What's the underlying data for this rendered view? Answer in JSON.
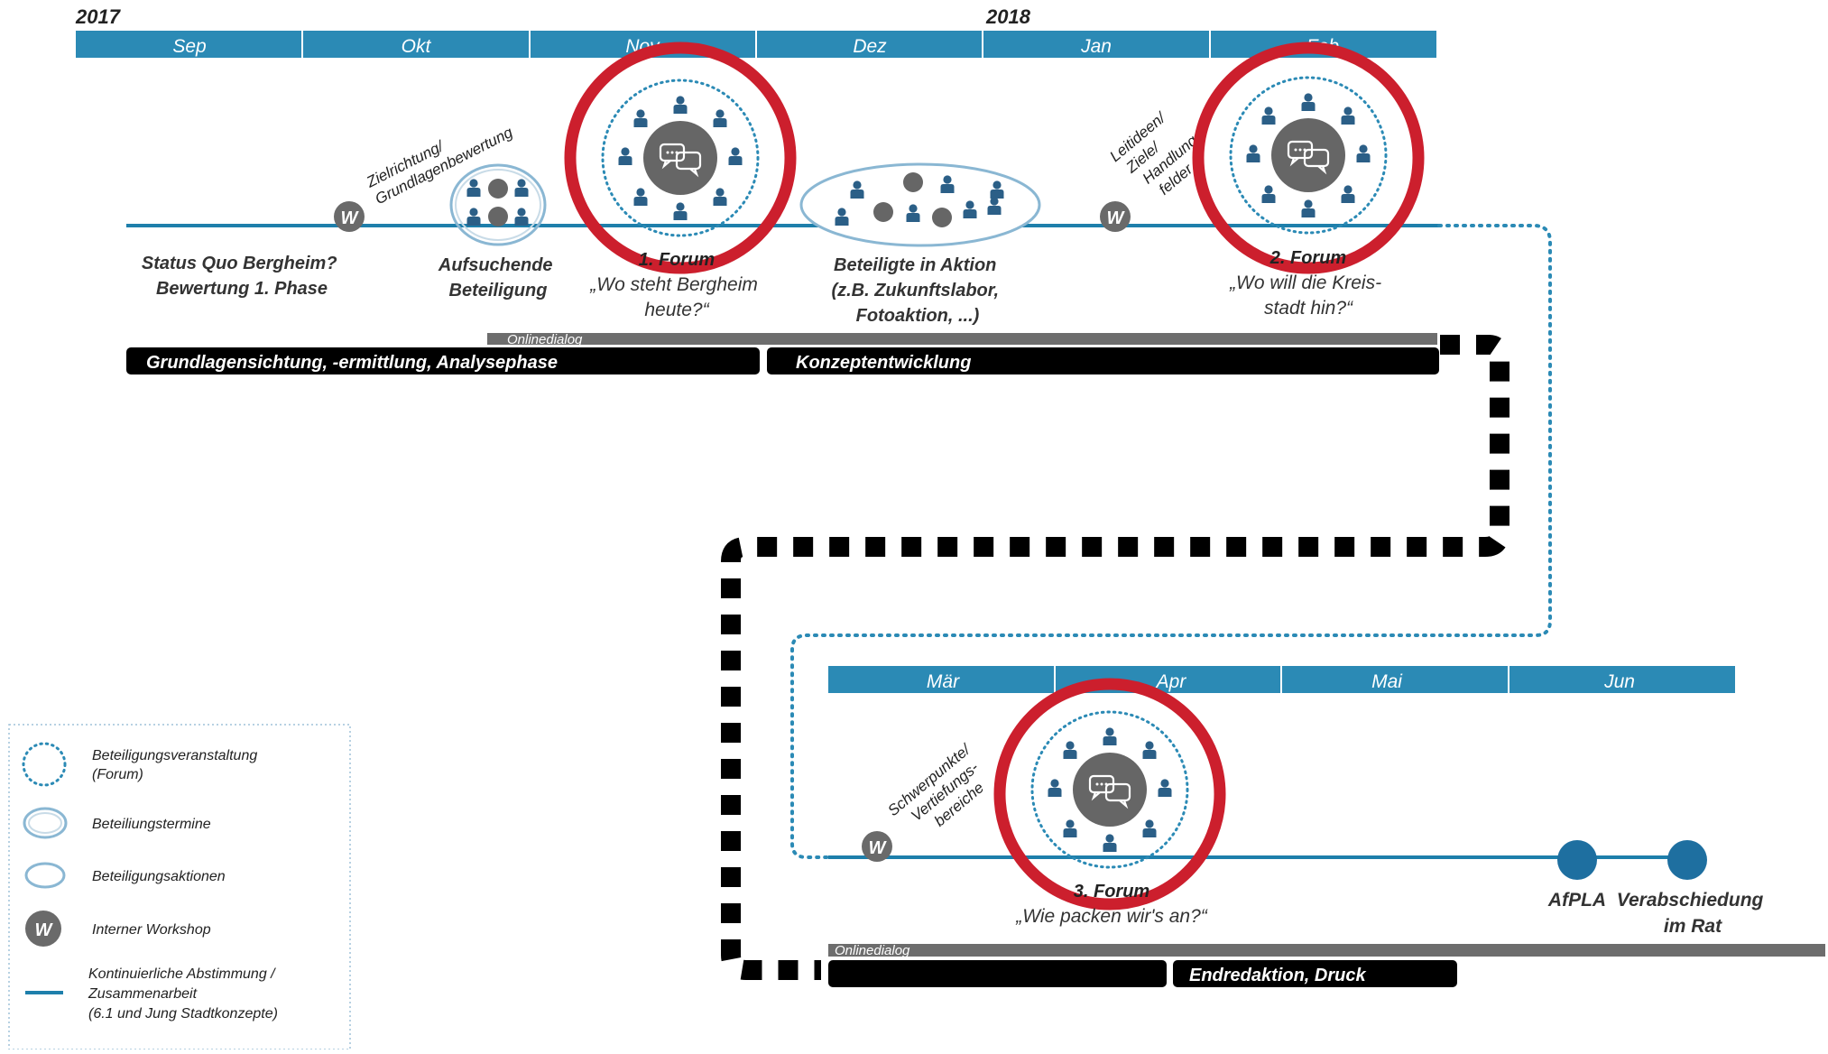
{
  "years": {
    "y2017": "2017",
    "y2018": "2018"
  },
  "colors": {
    "timeline_blue": "#2b8ab5",
    "line_blue": "#1e7fab",
    "icon_blue": "#2b5f87",
    "dark_grey": "#555555",
    "mid_grey": "#707070",
    "red": "#cc1f2d",
    "black": "#000000",
    "phase_bar": "#000000",
    "online_bar": "#6d6d6d"
  },
  "months_top": [
    "Sep",
    "Okt",
    "Nov",
    "Dez",
    "Jan",
    "Feb"
  ],
  "months_bottom": [
    "Mär",
    "Apr",
    "Mai",
    "Jun"
  ],
  "workshops": {
    "w1": {
      "letter": "W",
      "label_lines": [
        "Zielrichtung/",
        "Grundlagenbewertung"
      ]
    },
    "w2": {
      "letter": "W",
      "label_lines": [
        "Leitideen/",
        "Ziele/",
        "Handlungs-",
        "felder"
      ]
    },
    "w3": {
      "letter": "W",
      "label_lines": [
        "Schwerpunkte/",
        "Vertiefungs-",
        "bereiche"
      ]
    }
  },
  "events": {
    "status": {
      "lines": [
        "Status Quo Bergheim?",
        "Bewertung 1. Phase"
      ]
    },
    "aufsuchende": {
      "lines": [
        "Aufsuchende",
        "Beteiligung"
      ]
    },
    "forum1": {
      "title": "1. Forum",
      "lines": [
        "„Wo steht Bergheim",
        "heute?“"
      ]
    },
    "aktion": {
      "lines": [
        "Beteiligte in Aktion",
        "(z.B. Zukunftslabor,",
        "Fotoaktion, ...)"
      ]
    },
    "forum2": {
      "title": "2. Forum",
      "lines": [
        "„Wo will die Kreis-",
        "stadt hin?“"
      ]
    },
    "forum3": {
      "title": "3. Forum",
      "lines": [
        "„Wie packen wir's an?“"
      ]
    },
    "afpla": {
      "label": "AfPLA"
    },
    "rat": {
      "lines": [
        "Verabschiedung",
        "im Rat"
      ]
    }
  },
  "bars": {
    "online_top": "Onlinedialog",
    "phase1": "Grundlagensichtung, -ermittlung, Analysephase",
    "phase2": "Konzeptentwicklung",
    "online_bottom": "Onlinedialog",
    "phase3": "Endredaktion, Druck"
  },
  "legend": [
    {
      "icon": "dotted-circle-icon",
      "lines": [
        "Beteiligungsveranstaltung",
        "(Forum)"
      ]
    },
    {
      "icon": "double-ellipse-icon",
      "lines": [
        "Beteiliungstermine"
      ]
    },
    {
      "icon": "ellipse-icon",
      "lines": [
        "Beteiligungsaktionen"
      ]
    },
    {
      "icon": "workshop-w-icon",
      "letter": "W",
      "lines": [
        "Interner Workshop"
      ]
    },
    {
      "icon": "blue-line-icon",
      "lines": [
        "Kontinuierliche Abstimmung /",
        "Zusammenarbeit",
        "(6.1 und Jung Stadtkonzepte)"
      ]
    }
  ]
}
